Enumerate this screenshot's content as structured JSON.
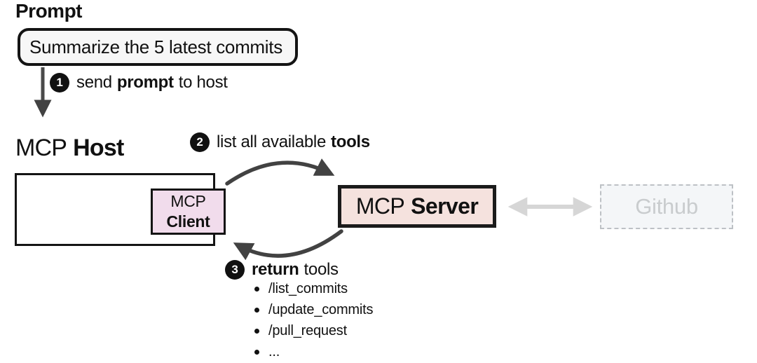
{
  "diagram": {
    "prompt_heading": "Prompt",
    "prompt_text": "Summarize the 5 latest commits",
    "host_label": {
      "regular": "MCP",
      "bold": "Host"
    },
    "client_label": {
      "line1": "MCP",
      "line2": "Client"
    },
    "server_label": {
      "regular": "MCP",
      "bold": "Server"
    },
    "github_label": "Github",
    "steps": [
      {
        "num": "1",
        "pre": "send",
        "bold": "prompt",
        "post": "to host"
      },
      {
        "num": "2",
        "pre": "list all available",
        "bold": "tools",
        "post": ""
      },
      {
        "num": "3",
        "pre": "",
        "bold": "return",
        "post": "tools"
      }
    ],
    "tools": [
      "/list_commits",
      "/update_commits",
      "/pull_request",
      "..."
    ]
  },
  "icons": {
    "down_arrow": "prompt-to-host-arrow",
    "top_arc": "client-to-server-arrow",
    "bottom_arc": "server-to-client-arrow",
    "double_arrow": "server-github-link-arrow"
  },
  "colors": {
    "prompt_fill": "#f7f7f7",
    "client_fill": "#f1dcec",
    "server_fill": "#f5e2de",
    "github_fill": "#f4f6f8",
    "github_border": "#bdc1c5",
    "github_text": "#c9ccce",
    "arrow_dark": "#424242",
    "arrow_light": "#d6d6d6"
  }
}
